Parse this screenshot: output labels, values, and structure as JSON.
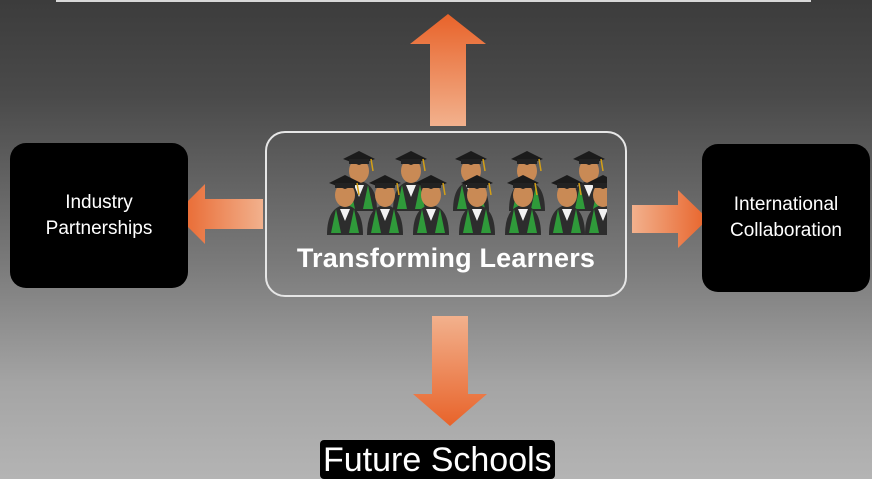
{
  "diagram": {
    "center": {
      "title": "Transforming Learners"
    },
    "left": {
      "label": "Industry\nPartnerships"
    },
    "right": {
      "label": "International\nCollaboration"
    },
    "bottom": {
      "label": "Future Schools"
    },
    "arrow_color": "#e8703a",
    "icons": [
      "graduate-icon"
    ]
  }
}
